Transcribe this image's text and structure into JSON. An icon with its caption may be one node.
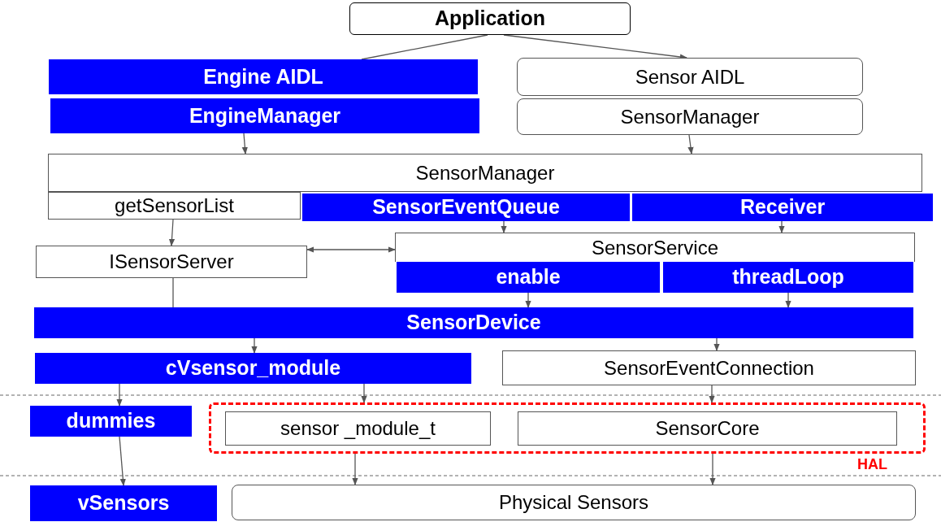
{
  "diagram": {
    "nodes": [
      {
        "text": [
          "Application"
        ]
      },
      {
        "text": [
          "Engine AIDL"
        ]
      },
      {
        "text": [
          "EngineManager"
        ]
      },
      {
        "text": [
          "Sensor AIDL"
        ]
      },
      {
        "text": [
          "SensorManager"
        ]
      },
      {
        "text": [
          "SensorManager"
        ]
      },
      {
        "text": [
          "getSensorList"
        ]
      },
      {
        "text": [
          "SensorEventQueue"
        ]
      },
      {
        "text": [
          "Receiver"
        ]
      },
      {
        "text": [
          "ISensorServer"
        ]
      },
      {
        "text": [
          "SensorService"
        ]
      },
      {
        "text": [
          "enable"
        ]
      },
      {
        "text": [
          "threadLoop"
        ]
      },
      {
        "text": [
          "SensorDevice"
        ]
      },
      {
        "text": [
          "cVsensor_module"
        ]
      },
      {
        "text": [
          "SensorEventConnection"
        ]
      },
      {
        "text": [
          "dummies"
        ]
      },
      {
        "text": [
          "HAL"
        ]
      },
      {
        "text": [
          "sensor _module_t"
        ],
        "in": 17
      },
      {
        "text": [
          "SensorCore"
        ],
        "in": 17
      },
      {
        "text": [
          "vSensors"
        ]
      },
      {
        "text": [
          "Physical Sensors"
        ]
      }
    ],
    "edges": [
      {
        "from": 0,
        "to": 1,
        "arrow": "none"
      },
      {
        "from": 0,
        "to": 3,
        "arrow": "to"
      },
      {
        "from": 2,
        "to": 5,
        "arrow": "to"
      },
      {
        "from": 4,
        "to": 5,
        "arrow": "to"
      },
      {
        "from": 6,
        "to": 9,
        "arrow": "to"
      },
      {
        "from": 9,
        "to": 10,
        "arrow": "both"
      },
      {
        "from": 7,
        "to": 10,
        "arrow": "to"
      },
      {
        "from": 8,
        "to": 10,
        "arrow": "to"
      },
      {
        "from": 9,
        "to": 13,
        "arrow": "none"
      },
      {
        "from": 11,
        "to": 13,
        "arrow": "to"
      },
      {
        "from": 12,
        "to": 13,
        "arrow": "to"
      },
      {
        "from": 13,
        "to": 14,
        "arrow": "to"
      },
      {
        "from": 13,
        "to": 15,
        "arrow": "to"
      },
      {
        "from": 14,
        "to": 16,
        "arrow": "to"
      },
      {
        "from": 14,
        "to": 17,
        "arrow": "to"
      },
      {
        "from": 15,
        "to": 17,
        "arrow": "to"
      },
      {
        "from": 16,
        "to": 20,
        "arrow": "to"
      },
      {
        "from": 17,
        "to": 21,
        "arrow": "to"
      },
      {
        "from": 17,
        "to": 21,
        "arrow": "to"
      }
    ]
  }
}
